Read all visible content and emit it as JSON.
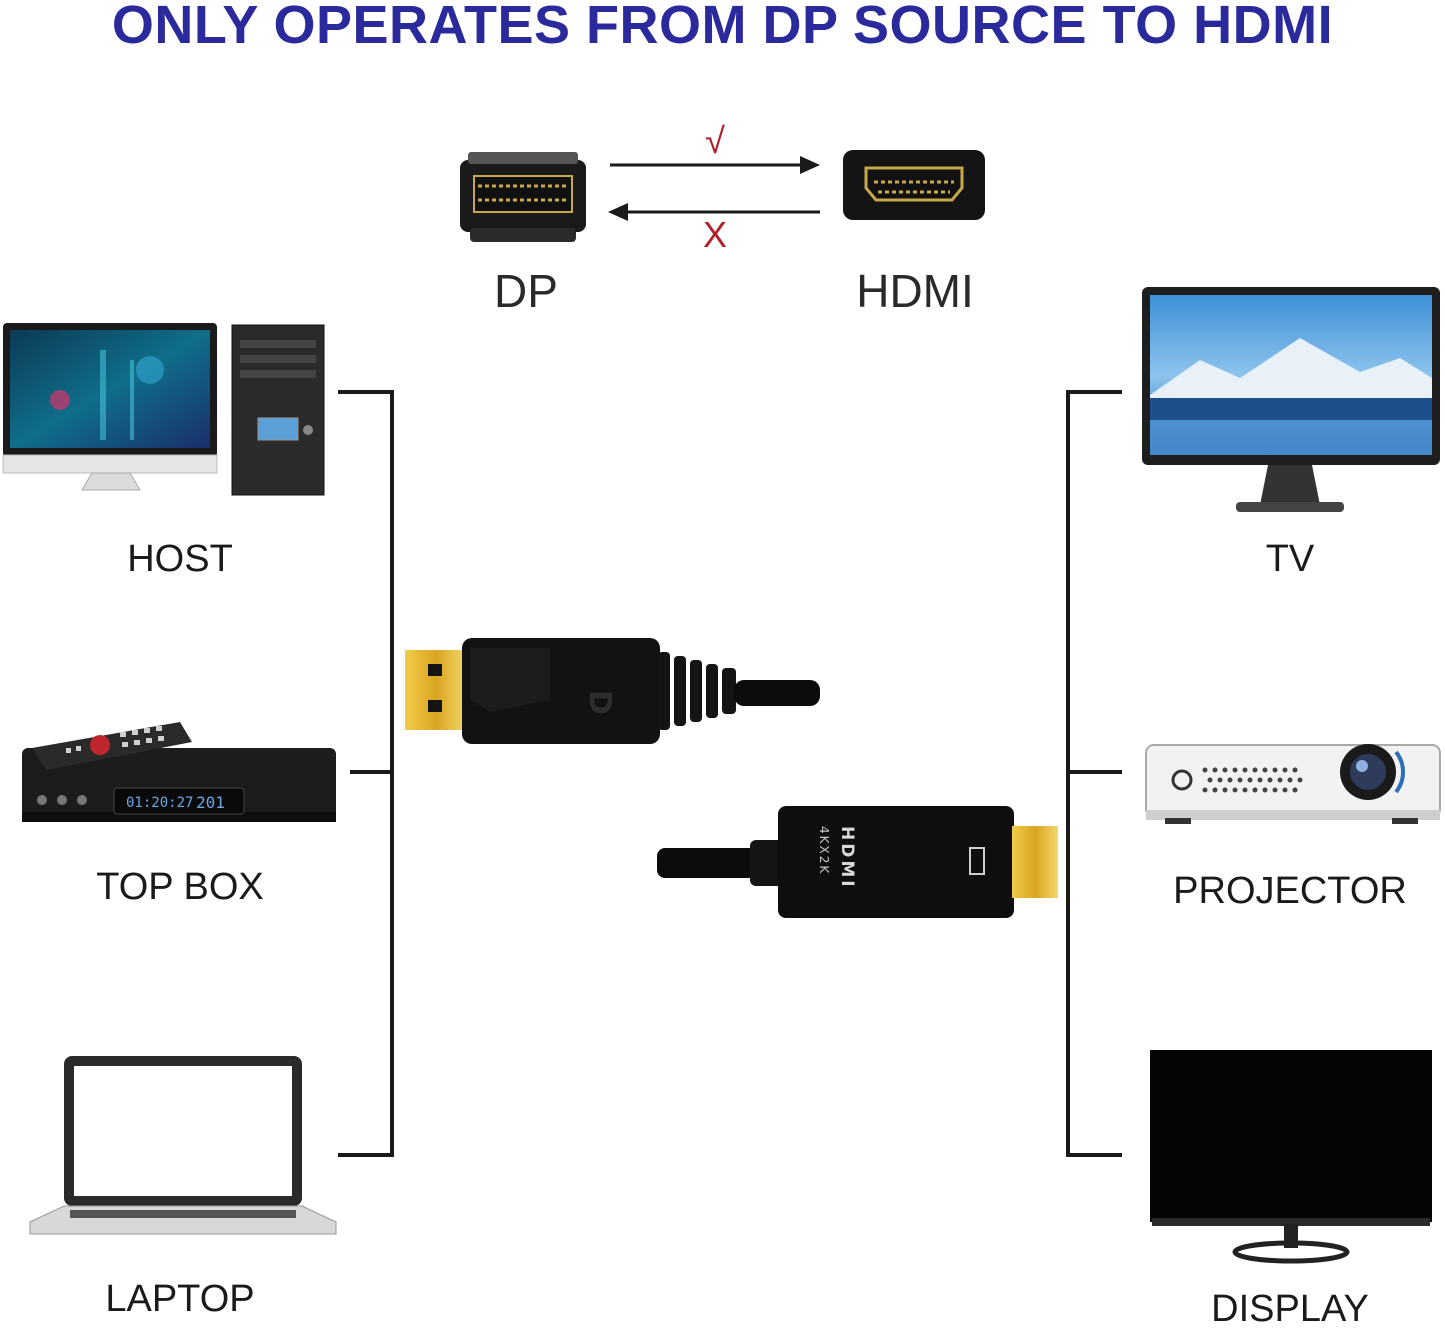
{
  "title": "ONLY OPERATES FROM DP SOURCE TO HDMI",
  "connectors": {
    "source": "DP",
    "target": "HDMI",
    "forward_mark": "√",
    "reverse_mark": "X"
  },
  "sources": [
    {
      "label": "HOST",
      "icon": "desktop-computer-icon"
    },
    {
      "label": "TOP BOX",
      "icon": "set-top-box-icon"
    },
    {
      "label": "LAPTOP",
      "icon": "laptop-icon"
    }
  ],
  "displays": [
    {
      "label": "TV",
      "icon": "tv-icon"
    },
    {
      "label": "PROJECTOR",
      "icon": "projector-icon"
    },
    {
      "label": "DISPLAY",
      "icon": "monitor-icon"
    }
  ],
  "cable": {
    "hdmi_plug_text": "HDMI",
    "hdmi_plug_subtext": "4KX2K"
  },
  "set_top_box": {
    "time": "01:20:27",
    "channel": "201"
  },
  "colors": {
    "title": "#2a2a9c",
    "mark": "#b0202a",
    "plug_gold": "#d9a520"
  }
}
